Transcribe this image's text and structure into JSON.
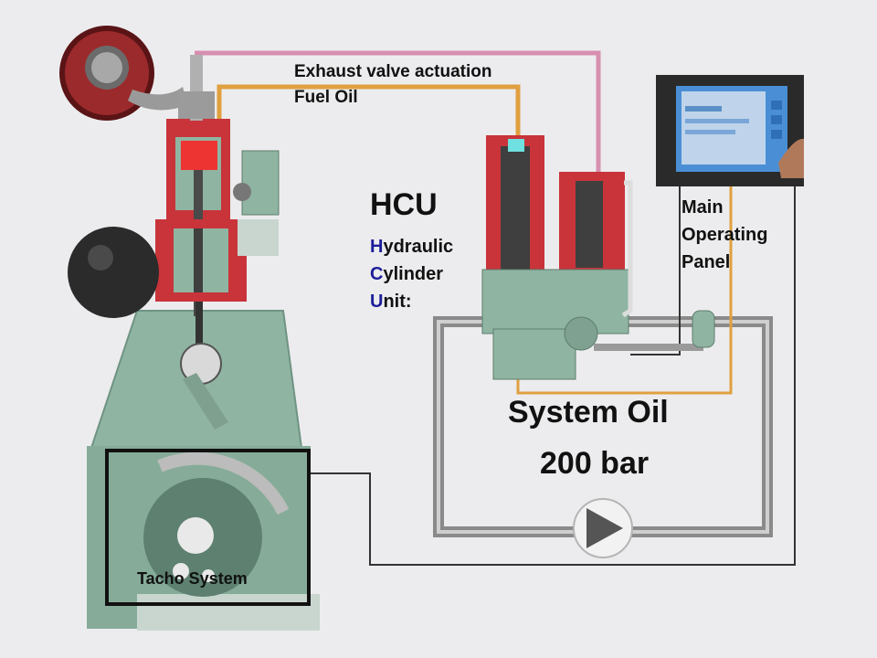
{
  "labels": {
    "exhaust_valve": "Exhaust  valve actuation",
    "fuel_oil": "Fuel Oil",
    "hcu_title": "HCU",
    "hcu_lines": [
      {
        "first": "H",
        "rest": "ydraulic"
      },
      {
        "first": "C",
        "rest": "ylinder"
      },
      {
        "first": "U",
        "rest": "nit:"
      }
    ],
    "main_panel": [
      "Main",
      "Operating",
      "Panel"
    ],
    "system_oil": "System Oil",
    "pressure": "200 bar",
    "tacho": "Tacho System"
  },
  "colors": {
    "background": "#ececee",
    "engine_green": "#8fb5a2",
    "cylinder_red": "#c8343a",
    "exhaust_line": "#d78fb0",
    "fuel_line": "#e0a040",
    "oil_loop": "#8a8a8a",
    "signal_line": "#333333"
  }
}
